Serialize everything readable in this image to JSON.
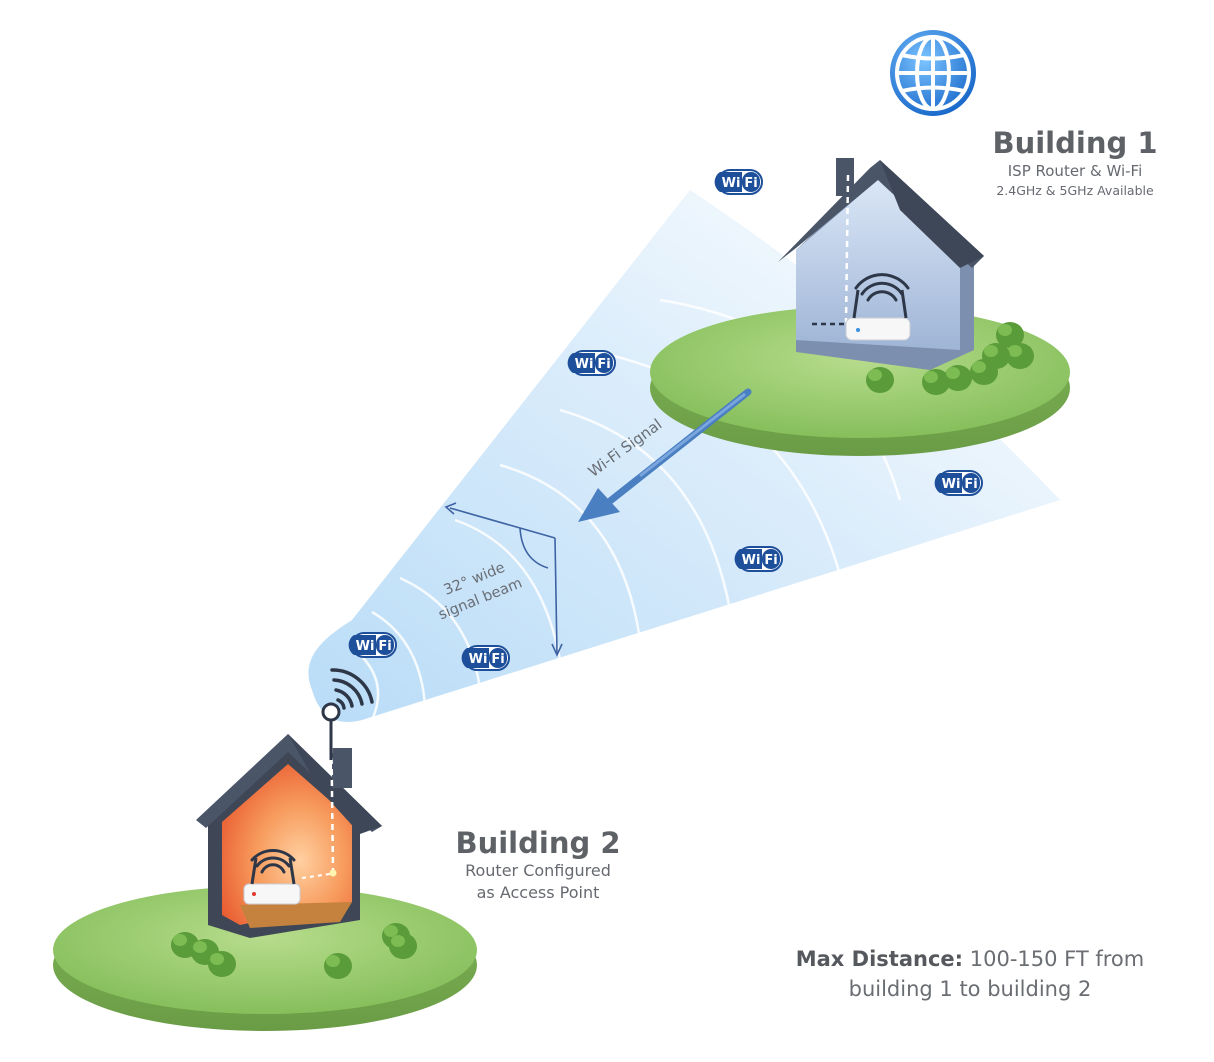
{
  "building1": {
    "title": "Building 1",
    "subtitle": "ISP Router & Wi-Fi",
    "detail": "2.4GHz & 5GHz Available"
  },
  "building2": {
    "title": "Building 2",
    "subtitle_line1": "Router Configured",
    "subtitle_line2": "as Access Point"
  },
  "signal": {
    "label": "Wi-Fi Signal",
    "beam_line1": "32° wide",
    "beam_line2": "signal beam"
  },
  "max_distance": {
    "label": "Max Distance:",
    "value_line1": "100-150 FT from",
    "value_line2": "building 1 to building 2"
  },
  "wifi_badge_text": "Wi",
  "wifi_badge_text2": "Fi",
  "icons": [
    "globe-icon",
    "wifi-badge-icon",
    "wifi-waves-icon",
    "router-icon",
    "antenna-icon",
    "tree-icon"
  ],
  "colors": {
    "beam": "#cfe6fb",
    "roof": "#4a5568",
    "house1_wall": "#a9bdd8",
    "house2_wall": "#f06a3a",
    "grass": "#9cce6e",
    "globe": "#2f8ce6",
    "arrow": "#4a7fc1",
    "wifi_badge": "#1e4f9a"
  }
}
